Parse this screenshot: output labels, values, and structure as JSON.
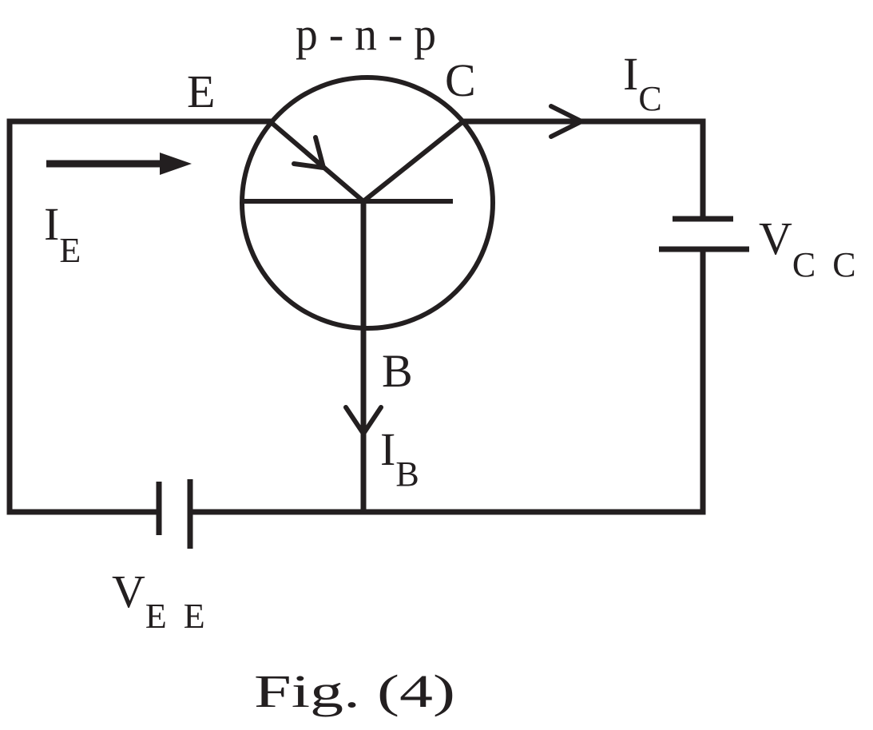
{
  "transistor_type": "p - n - p",
  "terminals": {
    "emitter": "E",
    "collector": "C",
    "base": "B"
  },
  "currents": {
    "emitter": {
      "main": "I",
      "sub": "E"
    },
    "collector": {
      "main": "I",
      "sub": "C"
    },
    "base": {
      "main": "I",
      "sub": "B"
    }
  },
  "sources": {
    "emitter_supply": {
      "main": "V",
      "sub": "E E"
    },
    "collector_supply": {
      "main": "V",
      "sub": "C C"
    }
  },
  "caption": "Fig. (4)"
}
